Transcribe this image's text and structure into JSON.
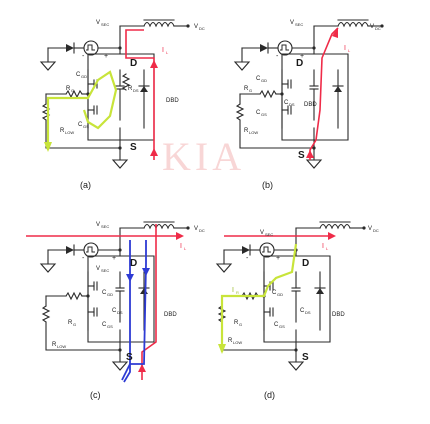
{
  "labels": {
    "vsec": "V",
    "vsec_sub": "SEC",
    "vdc": "V",
    "vdc_sub": "DC",
    "il": "I",
    "il_sub": "L",
    "ir": "I",
    "ir_sub": "R",
    "drain": "D",
    "source": "S",
    "cgd": "C",
    "cgd_sub": "GD",
    "cgs": "C",
    "cgs_sub": "GS",
    "cds": "C",
    "cds_sub": "DS",
    "rg": "R",
    "rg_sub": "G",
    "rds": "R",
    "rds_sub": "DS",
    "rlow": "R",
    "rlow_sub": "LOW",
    "dbd": "DBD",
    "plus": "+",
    "minus": "-"
  },
  "panels": [
    {
      "caption": "(a)"
    },
    {
      "caption": "(b)"
    },
    {
      "caption": "(c)"
    },
    {
      "caption": "(d)"
    }
  ],
  "watermark": "KIA",
  "colors": {
    "load_current": "#ef2b48",
    "gate_current": "#c8e43a",
    "reverse_current": "#2e3bd4",
    "wire": "#2a2a2a",
    "watermark": "#f3b5b5"
  }
}
